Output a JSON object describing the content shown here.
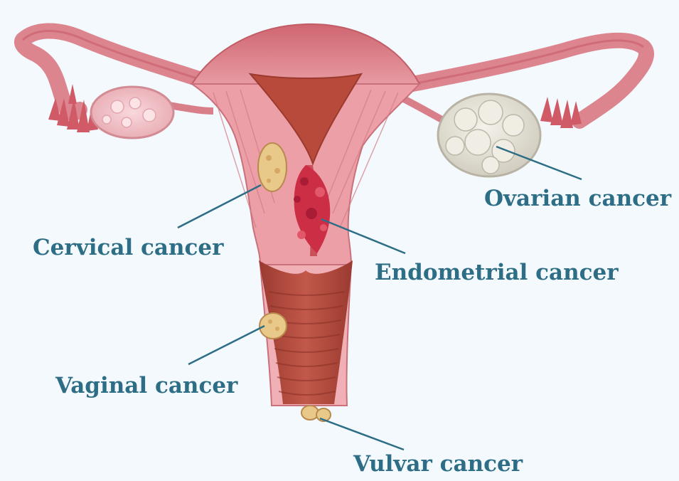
{
  "colors": {
    "background": "#f3f9fc",
    "label_text": "#2d6e86",
    "leader_line": "#2d6e86",
    "tissue_pink": "#e59aa1",
    "tissue_dark": "#c65f6a",
    "cavity": "#b24538",
    "tumor": "#e9c98a",
    "ovarian_tumor": "#e6e3d8"
  },
  "labels": {
    "ovarian": "Ovarian cancer",
    "cervical": "Cervical cancer",
    "endometrial": "Endometrial cancer",
    "vaginal": "Vaginal cancer",
    "vulvar": "Vulvar cancer"
  }
}
